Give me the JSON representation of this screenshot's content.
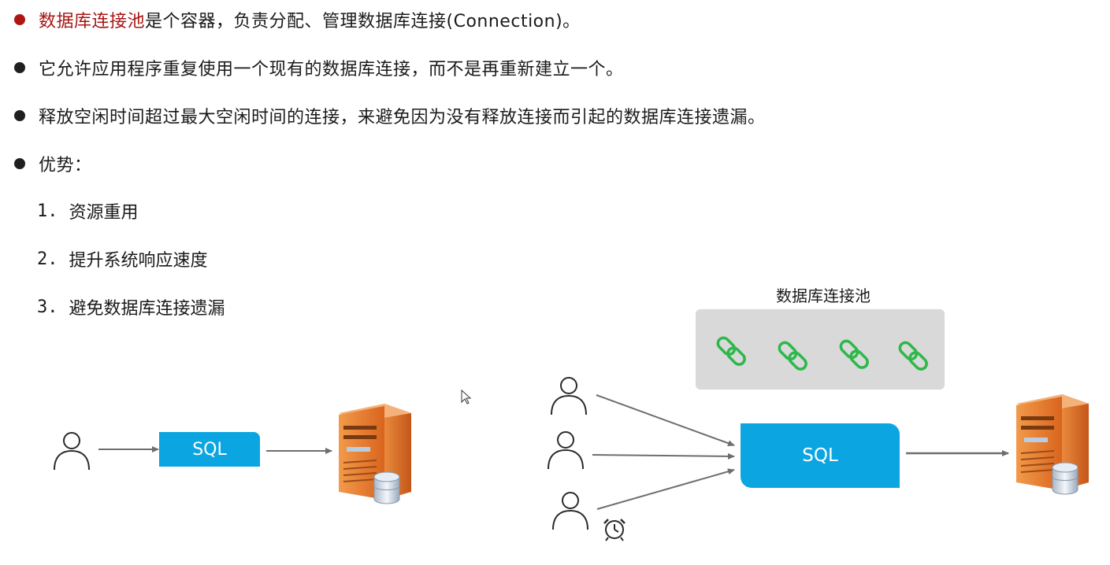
{
  "bullets": [
    {
      "highlight": "数据库连接池",
      "text": "是个容器，负责分配、管理数据库连接(Connection)。"
    },
    {
      "text": "它允许应用程序重复使用一个现有的数据库连接，而不是再重新建立一个。"
    },
    {
      "text": "释放空闲时间超过最大空闲时间的连接，来避免因为没有释放连接而引起的数据库连接遗漏。"
    },
    {
      "text": "优势："
    }
  ],
  "advantages": [
    {
      "num": "1.",
      "text": "资源重用"
    },
    {
      "num": "2.",
      "text": "提升系统响应速度"
    },
    {
      "num": "3.",
      "text": "避免数据库连接遗漏"
    }
  ],
  "diagram": {
    "left_sql_label": "SQL",
    "right_sql_label": "SQL",
    "pool_label": "数据库连接池",
    "icons": [
      "user-icon",
      "server-icon",
      "database-icon",
      "chain-link-icon",
      "alarm-clock-icon",
      "arrow"
    ]
  },
  "colors": {
    "highlight": "#a81414",
    "bullet_red": "#b01515",
    "sql_blue": "#0ba6e2",
    "pool_gray": "#d9d9d9",
    "chain_green": "#2db84a",
    "server_orange": "#e2762b"
  }
}
